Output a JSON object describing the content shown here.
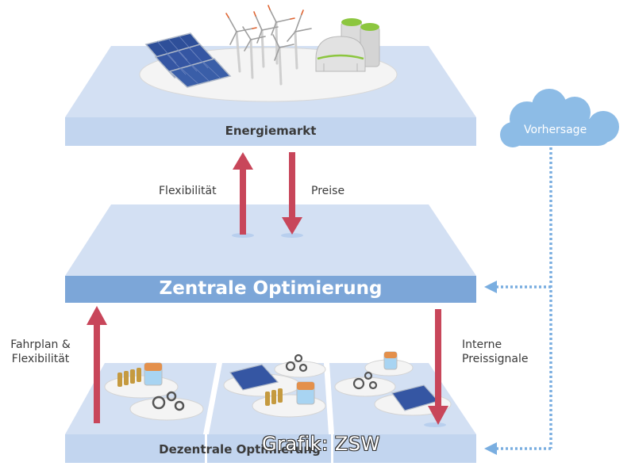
{
  "layers": {
    "energiemarkt": "Energiemarkt",
    "zentrale": "Zentrale Optimierung",
    "dezentrale": "Dezentrale Optimierung"
  },
  "flows": {
    "flexibilitaet": "Flexibilität",
    "preise": "Preise",
    "fahrplan_line1": "Fahrplan &",
    "fahrplan_line2": "Flexibilität",
    "interne_line1": "Interne",
    "interne_line2": "Preissignale"
  },
  "cloud": {
    "label": "Vorhersage"
  },
  "credit": "Grafik: ZSW",
  "colors": {
    "plate_top": "#d3e0f3",
    "plate_front": "#c2d5ef",
    "central_bar": "#7ca6d8",
    "arrow": "#c8465a",
    "dotted": "#7aaee0",
    "cloud": "#8dbce6"
  }
}
